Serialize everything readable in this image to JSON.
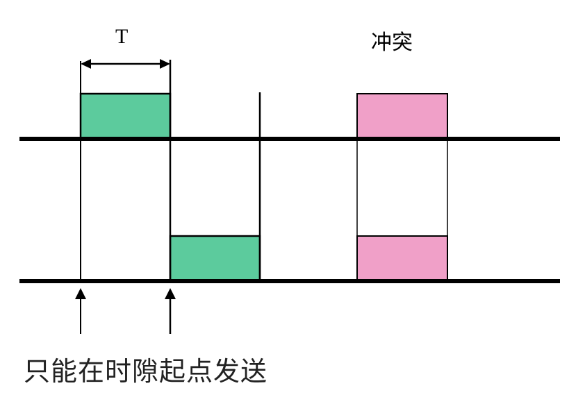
{
  "labels": {
    "period": "T",
    "collision": "冲突",
    "caption": "只能在时隙起点发送"
  },
  "colors": {
    "success_frame": "#5ccb9d",
    "collision_frame": "#f0a0c8",
    "line": "#000000"
  }
}
